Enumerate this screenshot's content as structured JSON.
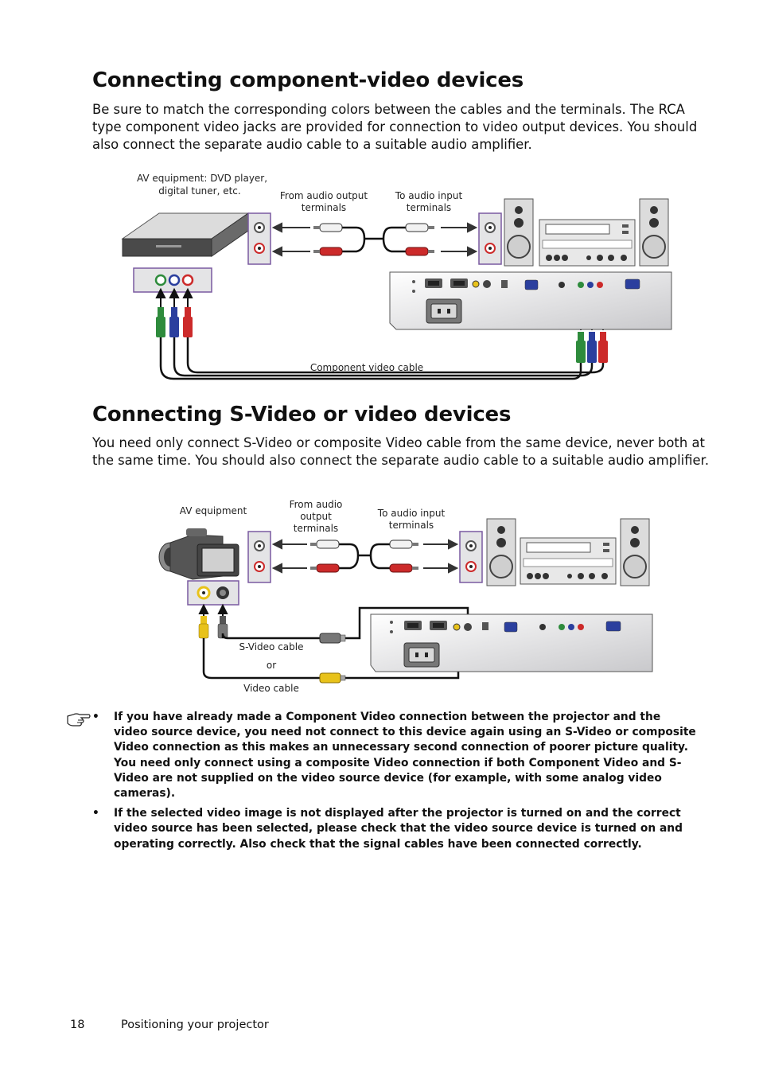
{
  "section1": {
    "title": "Connecting component-video devices",
    "body": "Be sure to match the corresponding colors between the cables and the terminals. The RCA type component video jacks are provided for connection to video output devices. You should also connect the separate audio cable to a suitable audio amplifier.",
    "diagram": {
      "av_equipment_line1": "AV equipment: DVD player,",
      "av_equipment_line2": "digital tuner, etc.",
      "from_audio_line1": "From audio output",
      "from_audio_line2": "terminals",
      "to_audio_line1": "To audio input",
      "to_audio_line2": "terminals",
      "cable_label": "Component video cable"
    }
  },
  "section2": {
    "title": "Connecting S-Video or video devices",
    "body": "You need only connect S-Video or composite Video cable from the same device, never both at the same time. You should also connect the separate audio cable to a suitable audio amplifier.",
    "diagram": {
      "av_equipment": "AV equipment",
      "from_audio_line1": "From audio",
      "from_audio_line2": "output",
      "from_audio_line3": "terminals",
      "to_audio_line1": "To audio input",
      "to_audio_line2": "terminals",
      "svideo_cable": "S-Video cable",
      "or": "or",
      "video_cable": "Video cable"
    }
  },
  "notes": [
    "If you have already made a Component Video connection between the projector and the video source device, you need not connect to this device again using an S-Video or composite Video connection as this makes an unnecessary second connection of poorer picture quality. You need only connect using a composite Video connection if both Component Video and S-Video are not supplied on the video source device (for example, with some analog video cameras).",
    "If the selected video image is not displayed after the projector is turned on and the correct video source has been selected, please check that the video source device is turned on and operating correctly. Also check that the signal cables have been connected correctly."
  ],
  "bullet_symbol": "•",
  "icons": {
    "note": "pointing-hand-icon"
  },
  "footer": {
    "page_number": "18",
    "section_title": "Positioning your projector"
  },
  "colors": {
    "green_plug": "#2e8b3c",
    "blue_plug": "#2b3f9e",
    "red_plug": "#cc2a2a",
    "yellow_plug": "#e8c21a",
    "panel": "#e4e4e6"
  }
}
